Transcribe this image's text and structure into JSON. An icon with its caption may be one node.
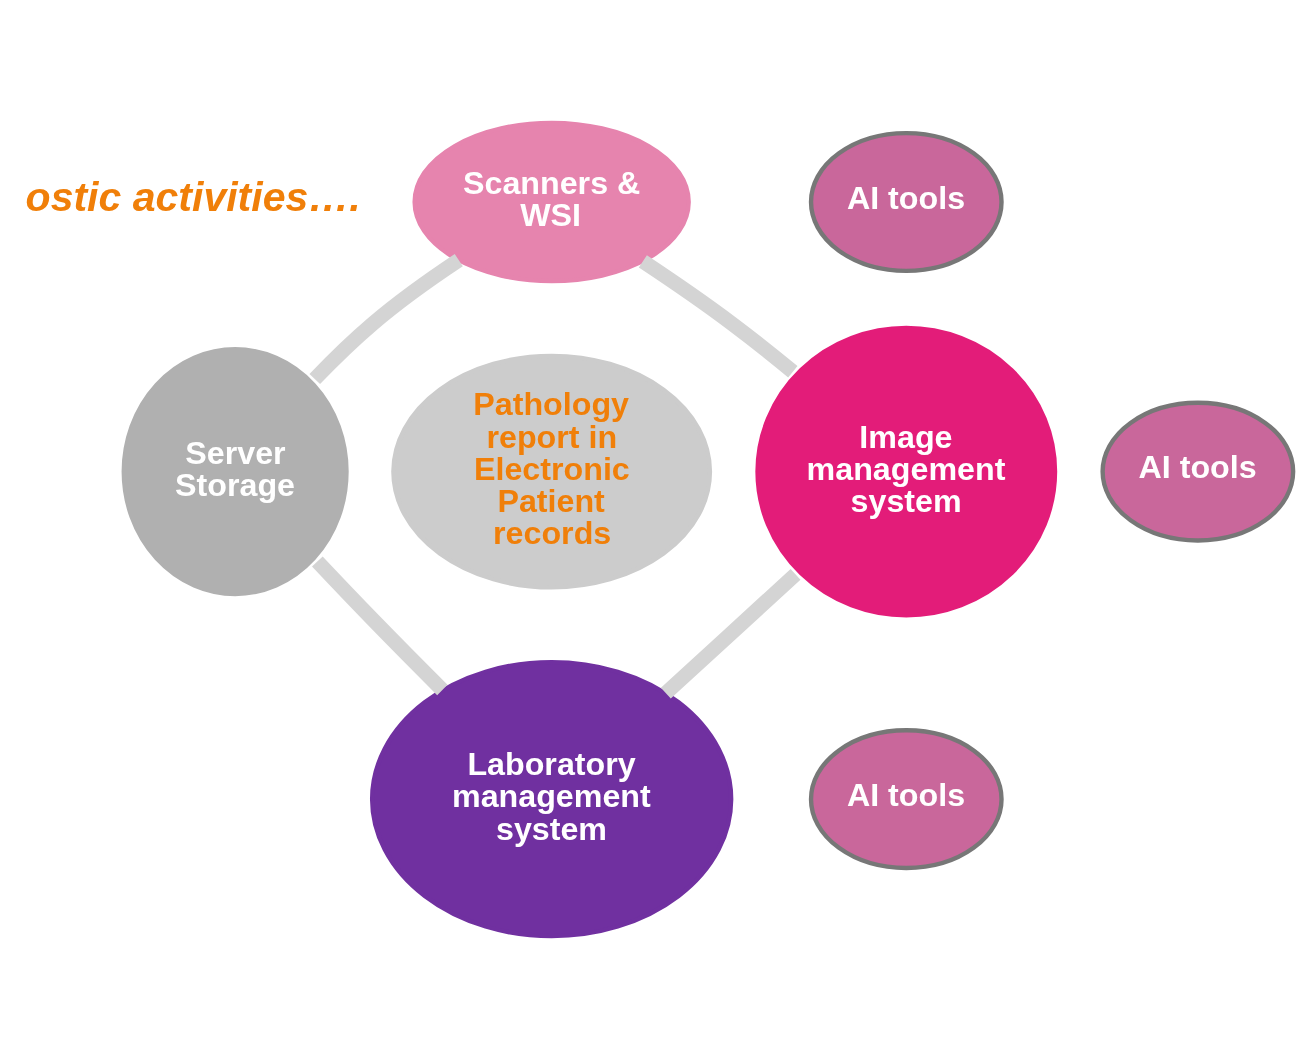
{
  "diagram": {
    "nodes": [
      {
        "text": [
          "Scanners & WSI"
        ]
      },
      {
        "text": [
          "Server Storage"
        ]
      },
      {
        "text": [
          "Pathology report in Electronic Patient records"
        ]
      },
      {
        "text": [
          "Image management system"
        ]
      },
      {
        "text": [
          "AI tools"
        ]
      },
      {
        "text": [
          "AI tools"
        ]
      },
      {
        "text": [
          "AI tools"
        ]
      },
      {
        "text": [
          "Laboratory management system"
        ]
      }
    ],
    "edges": [
      {
        "from": 0,
        "to": 3,
        "arrow": "none"
      },
      {
        "from": 3,
        "to": 7,
        "arrow": "none"
      },
      {
        "from": 1,
        "to": 7,
        "arrow": "none"
      },
      {
        "from": 0,
        "to": 1,
        "arrow": "none"
      }
    ],
    "labels": [
      "ostic activities…."
    ]
  }
}
